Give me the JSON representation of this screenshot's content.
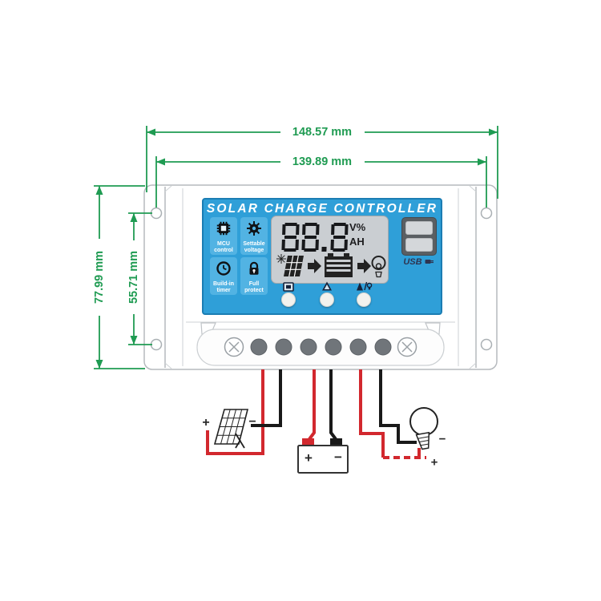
{
  "dimensions": {
    "top_outer": "148.57 mm",
    "top_inner": "139.89 mm",
    "left_outer": "77.99 mm",
    "left_inner": "55.71 mm"
  },
  "panel": {
    "title": "SOLAR CHARGE CONTROLLER",
    "features": [
      {
        "icon": "mcu-chip-icon",
        "label": "MCU\ncontrol"
      },
      {
        "icon": "gear-icon",
        "label": "Settable\nvoltage"
      },
      {
        "icon": "clock-icon",
        "label": "Build-in\ntimer"
      },
      {
        "icon": "padlock-icon",
        "label": "Full\nprotect"
      }
    ],
    "lcd": {
      "value": "88.8",
      "unit_top": "V%",
      "unit_bottom": "AH",
      "flow_icons": [
        "solar-panel-icon",
        "arrow-right-icon",
        "battery-icon",
        "arrow-right-icon",
        "bulb-icon"
      ]
    },
    "button_icons": [
      "battery-mode-icon",
      "up-arrow-icon",
      "arrow-bulb-icon"
    ],
    "usb_label": "USB",
    "usb_ports": 2
  },
  "wiring": {
    "solar_plus": "+",
    "solar_minus": "−",
    "battery_plus": "+",
    "battery_minus": "−",
    "load_minus": "−",
    "load_plus": "+"
  },
  "colors": {
    "dimension_green": "#1f9b52",
    "panel_blue": "#2f9fd8",
    "tile_blue": "#52b3e3",
    "lcd_gray": "#caced2",
    "wire_red": "#d2282e",
    "wire_black": "#191919",
    "terminal_gray": "#70757a"
  }
}
